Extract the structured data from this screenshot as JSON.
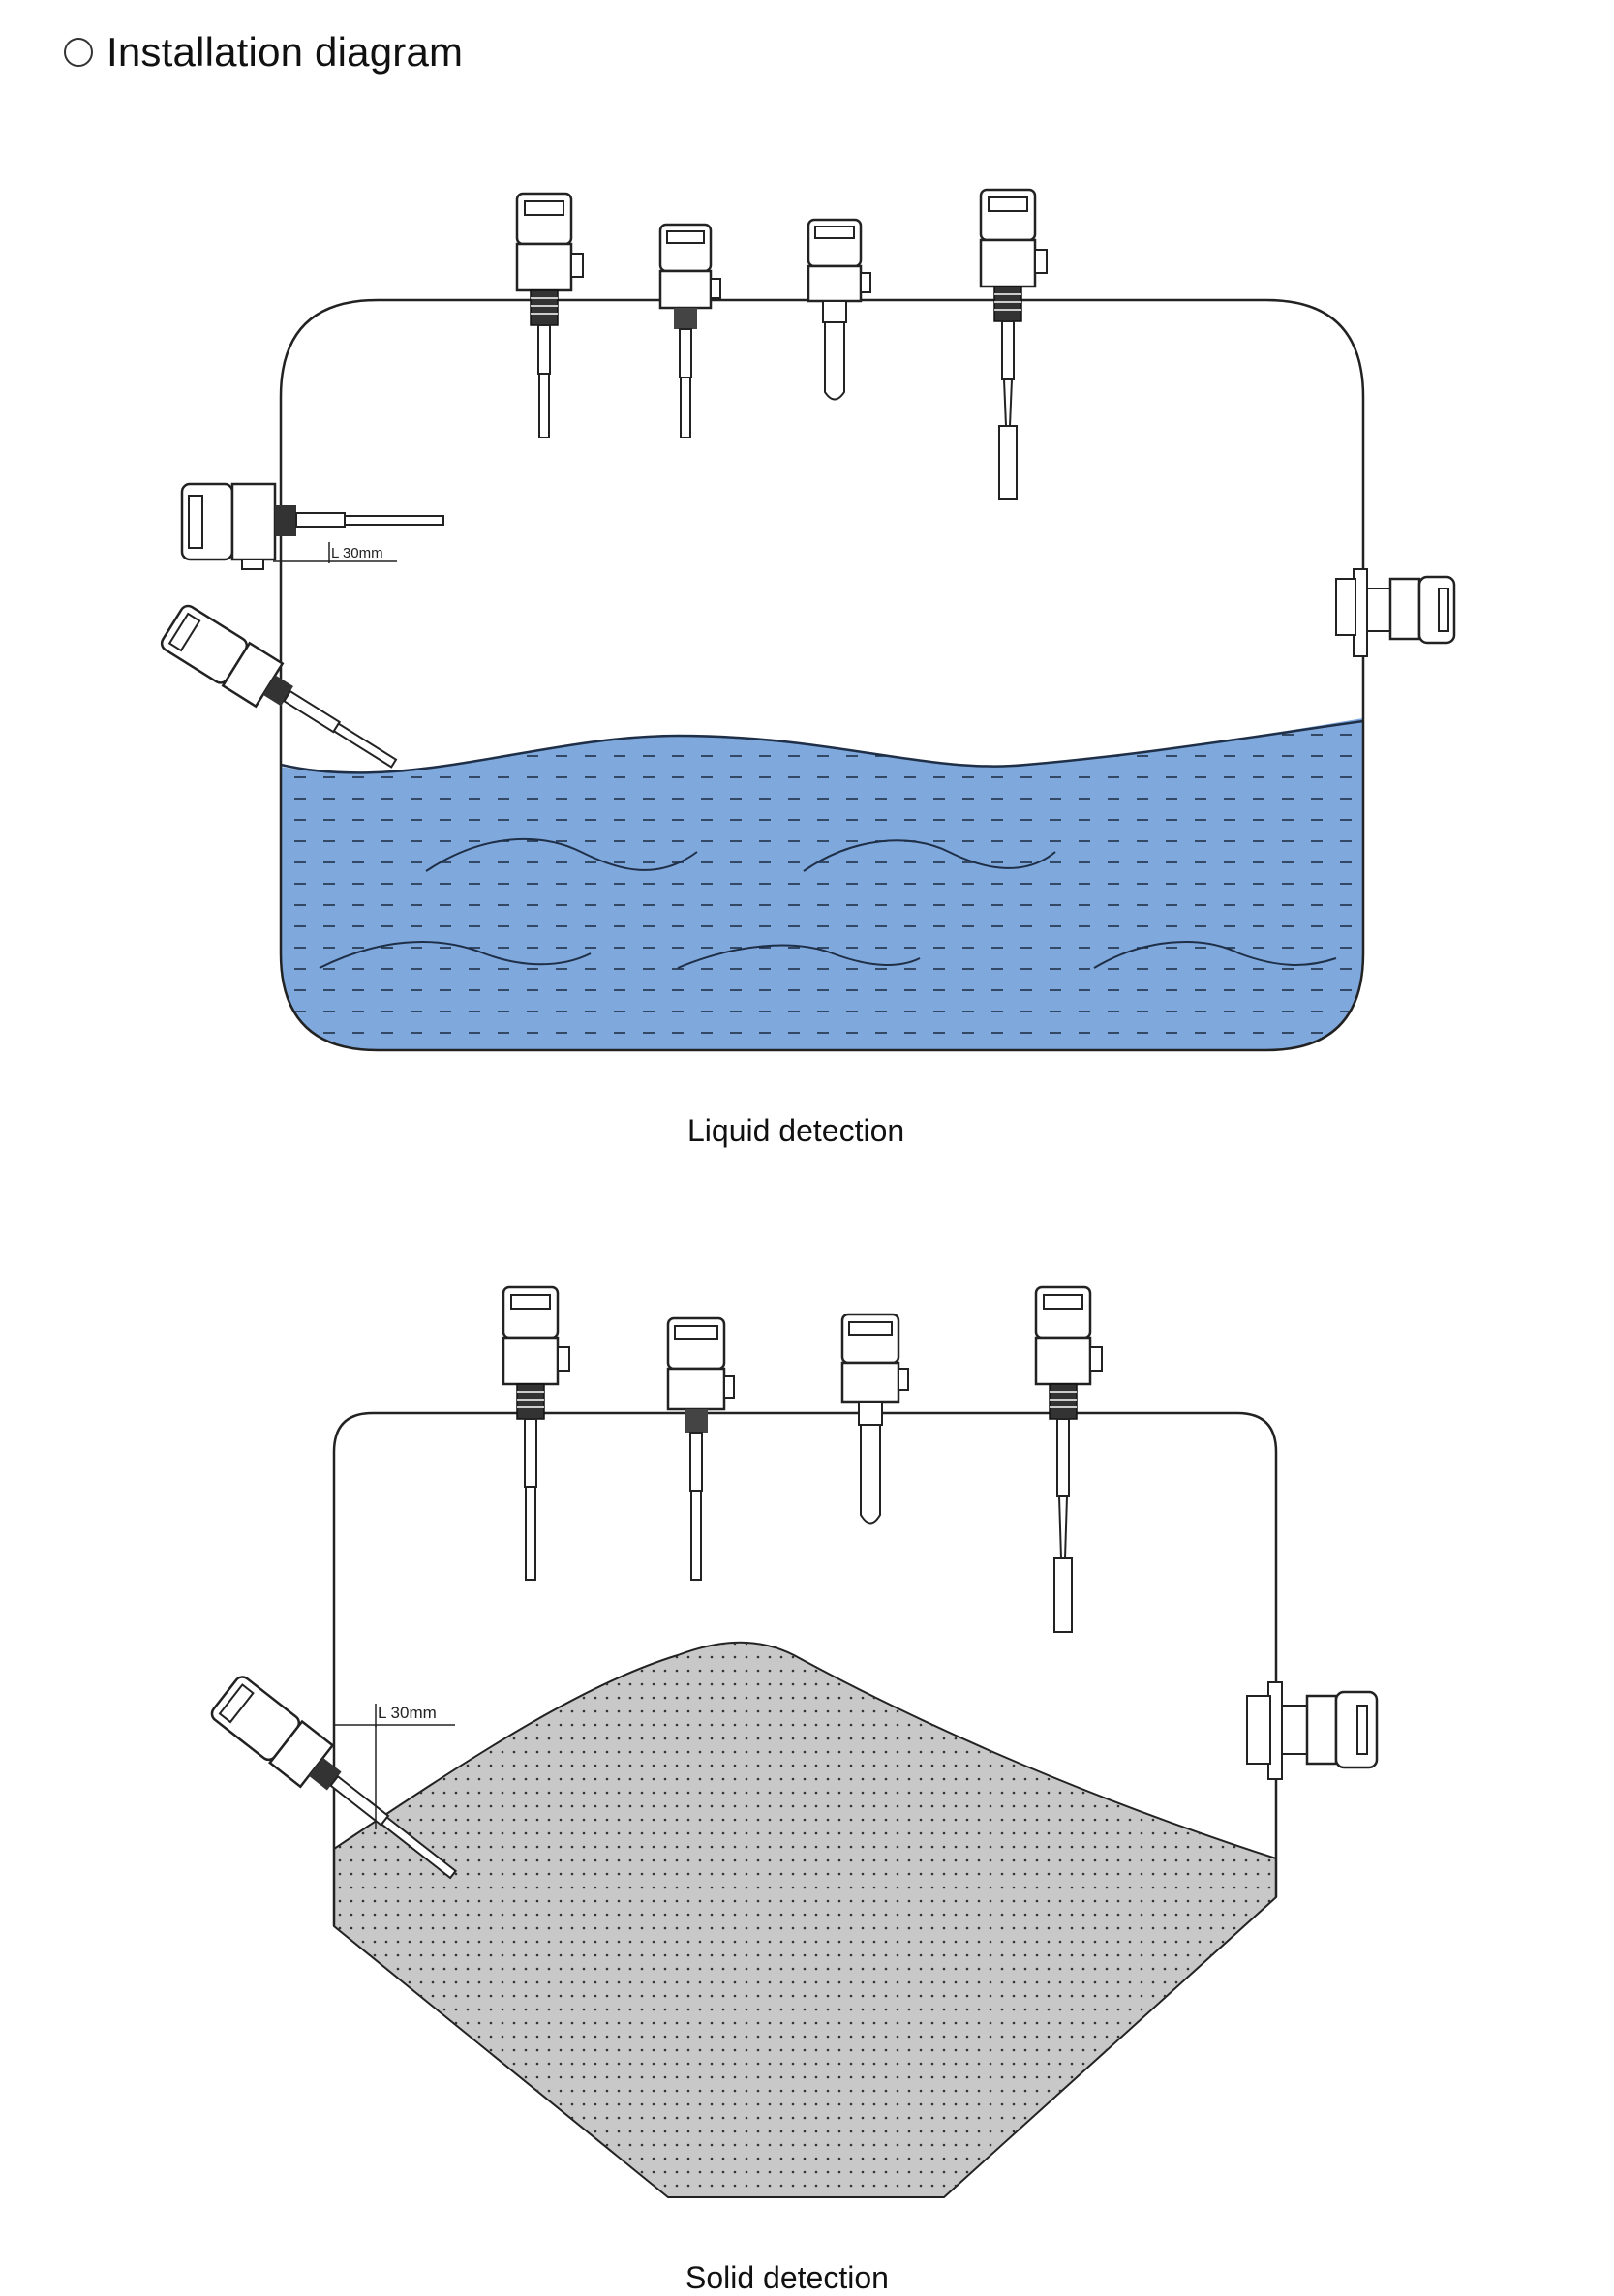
{
  "heading": {
    "icon": "circle-outline-icon",
    "title": "Installation diagram"
  },
  "liquid": {
    "caption": "Liquid detection",
    "dimension_label": "L  30mm",
    "fill_color": "#7fa8dd"
  },
  "solid": {
    "caption": "Solid detection",
    "dimension_label": "L  30mm",
    "fill_color": "#c8c8c8"
  }
}
